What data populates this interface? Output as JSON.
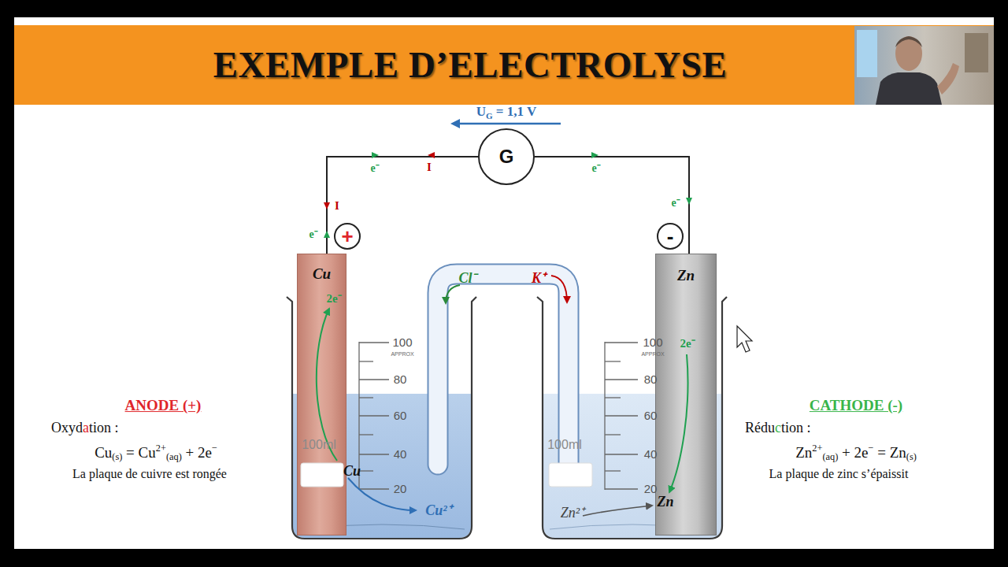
{
  "diagram": {
    "title": "EXEMPLE D’ELECTROLYSE",
    "nodes": [
      {
        "text": [
          "G"
        ]
      },
      {
        "text": [
          "+"
        ]
      },
      {
        "text": [
          "-"
        ]
      },
      {
        "text": [
          "Cu"
        ]
      },
      {
        "text": [
          "Zn"
        ]
      }
    ],
    "edges": [
      {
        "from": 0,
        "to": 3,
        "arrow": "none"
      },
      {
        "from": 0,
        "to": 4,
        "arrow": "none"
      }
    ],
    "labels": [
      "UG = 1,1 V",
      "e⁻",
      "I",
      "e⁻",
      "e⁻",
      "I",
      "e⁻",
      "Cl⁻",
      "K⁺",
      "2e⁻",
      "2e⁻",
      "100",
      "APPROX",
      "80",
      "60",
      "40",
      "20",
      "100",
      "APPROX",
      "80",
      "60",
      "40",
      "20",
      "100ml",
      "100ml",
      "Cu",
      "Cu²⁺",
      "Zn²⁺",
      "Zn",
      "ANODE (+)",
      "Oxydation :",
      "Cu(s) = Cu2+(aq) + 2e−",
      "La plaque de cuivre est rongée",
      "CATHODE (-)",
      "Réduction :",
      "Zn2+(aq) + 2e− = Zn(s)",
      "La plaque de zinc s’épaissit"
    ]
  }
}
